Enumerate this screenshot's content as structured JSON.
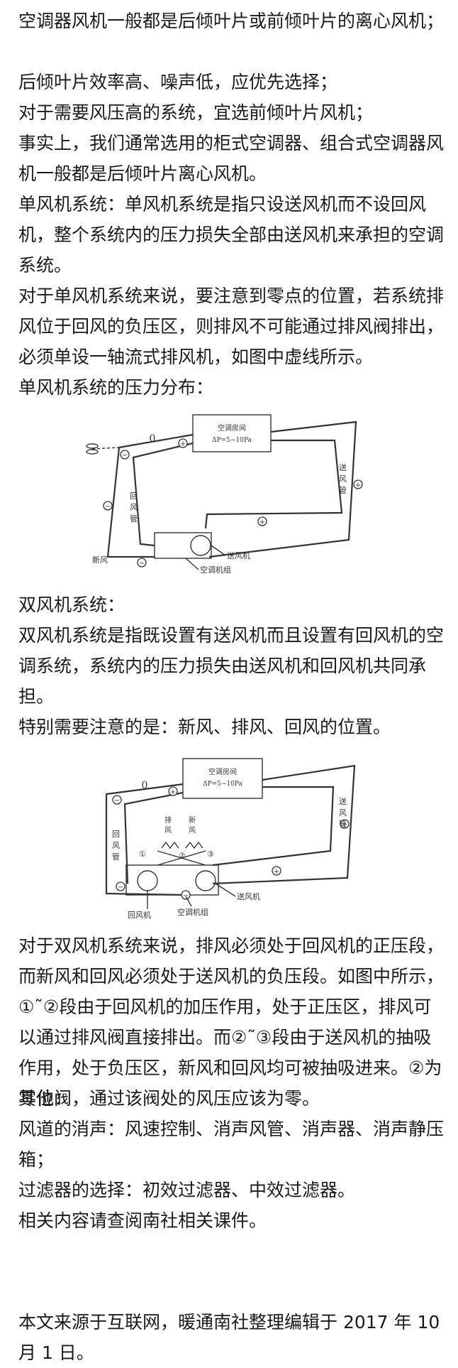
{
  "intro": {
    "p1": "空调器风机一般都是后倾叶片或前倾叶片的离心风机；",
    "p2": "后倾叶片效率高、噪声低，应优先选择；",
    "p3": "对于需要风压高的系统，宜选前倾叶片风机；",
    "p4": "事实上，我们通常选用的柜式空调器、组合式空调器风机一般都是后倾叶片离心风机。",
    "p5": "单风机系统：单风机系统是指只设送风机而不设回风机，整个系统内的压力损失全部由送风机来承担的空调系统。",
    "p6": "对于单风机系统来说，要注意到零点的位置，若系统排风位于回风的负压区，则排风不可能通过排风阀排出，必须单设一轴流式排风机，如图中虚线所示。",
    "p7": "单风机系统的压力分布："
  },
  "figure1": {
    "room": "空调房间",
    "pressure": "ΔP=5~10Pa",
    "supply_duct": [
      "送",
      "风",
      "管"
    ],
    "return_duct": [
      "回",
      "风",
      "管"
    ],
    "fresh_air": "新风",
    "supply_fan": "送风机",
    "ahu": "空调机组",
    "plus": "+",
    "minus": "−",
    "zero": "0"
  },
  "dual": {
    "heading": "双风机系统：",
    "p1": "双风机系统是指既设置有送风机而且设置有回风机的空调系统，系统内的压力损失由送风机和回风机共同承担。",
    "p2": "特别需要注意的是：新风、排风、回风的位置。"
  },
  "figure2": {
    "room": "空调房间",
    "pressure": "ΔP=5~10Pa",
    "supply_duct": [
      "送",
      "风",
      "管"
    ],
    "return_duct": [
      "回",
      "风",
      "管"
    ],
    "exhaust": [
      "排",
      "风"
    ],
    "fresh": [
      "新",
      "风"
    ],
    "sections": [
      "①",
      "②",
      "③"
    ],
    "supply_fan": "送风机",
    "return_fan": "回风机",
    "ahu": "空调机组",
    "plus": "+",
    "minus": "−",
    "zero": "0"
  },
  "after": {
    "p1": "对于双风机系统来说，排风必须处于回风机的正压段，而新风和回风必须处于送风机的负压段。如图中所示，①˜②段由于回风机的加压作用，处于正压区，排风可以通过排风阀直接排出。而②˜③段由于送风机的抽吸作用，处于负压区，新风和回风均可被抽吸进来。②为零位阀，通过该阀处的风压应该为零。",
    "p2": "其他：",
    "p3": "风道的消声：风速控制、消声风管、消声器、消声静压箱；",
    "p4": "过滤器的选择：初效过滤器、中效过滤器。",
    "p5": "相关内容请查阅南社相关课件。"
  },
  "footer": {
    "source": "本文来源于互联网，暖通南社整理编辑于 2017 年 10 月 1 日。"
  }
}
